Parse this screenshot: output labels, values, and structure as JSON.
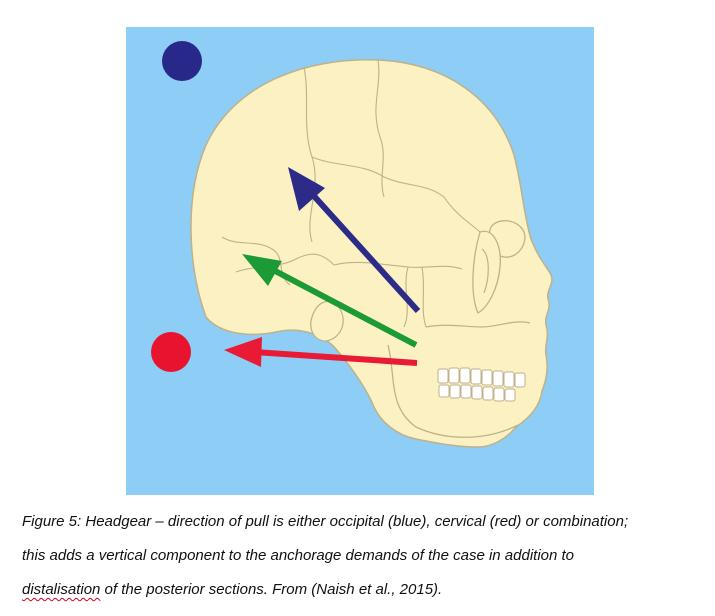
{
  "figure": {
    "background_color": "#8ecdf5",
    "skull_color": "#fbf1c3",
    "outline_color": "#bfb188",
    "markers": [
      {
        "name": "occipital-marker",
        "color": "#28288a"
      },
      {
        "name": "cervical-marker",
        "color": "#e8142d"
      }
    ],
    "arrows": [
      {
        "name": "occipital-pull-arrow",
        "color": "#2c2c88"
      },
      {
        "name": "combination-pull-arrow",
        "color": "#1c9a35"
      },
      {
        "name": "cervical-pull-arrow",
        "color": "#e81a35"
      }
    ]
  },
  "caption": {
    "line1": "Figure 5: Headgear – direction of pull is either occipital (blue), cervical (red) or combination;",
    "line2": "this adds a vertical component to the anchorage demands of the case in addition to",
    "line3_part1": "distalisation",
    "line3_part2": " of the posterior sections.  From (Naish et al., 2015)."
  }
}
